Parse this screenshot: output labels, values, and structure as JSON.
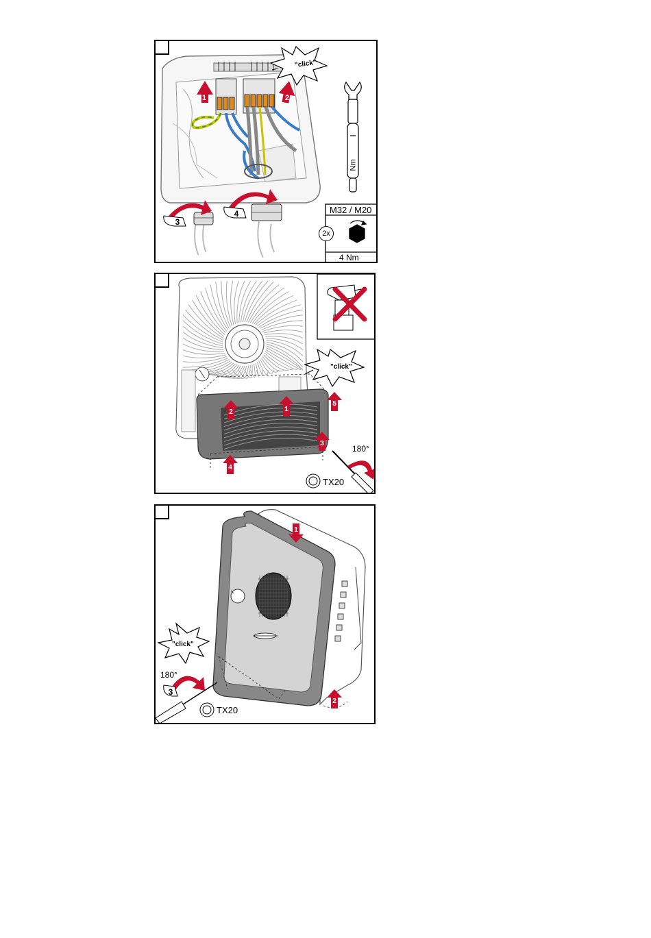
{
  "panels": [
    {
      "id": "panel-1",
      "click_label": "\"click\"",
      "steps": [
        "1",
        "2",
        "3",
        "4"
      ],
      "torque_unit": "Nm",
      "spec": {
        "size": "M32 / M20",
        "count": "2x",
        "torque": "4 Nm"
      }
    },
    {
      "id": "panel-2",
      "click_label": "\"click\"",
      "steps": [
        "1",
        "2",
        "3",
        "4",
        "5"
      ],
      "angle": "180°",
      "tool": "TX20"
    },
    {
      "id": "panel-3",
      "click_label": "\"click\"",
      "steps": [
        "1",
        "2",
        "3"
      ],
      "angle": "180°",
      "tool": "TX20"
    }
  ],
  "colors": {
    "accent_red": "#c8102e",
    "wire_blue": "#3a7bc8",
    "wire_gray": "#888888",
    "wire_yellow": "#c9c400",
    "wire_green": "#3a9a3a",
    "connector_orange": "#e08a1e"
  }
}
